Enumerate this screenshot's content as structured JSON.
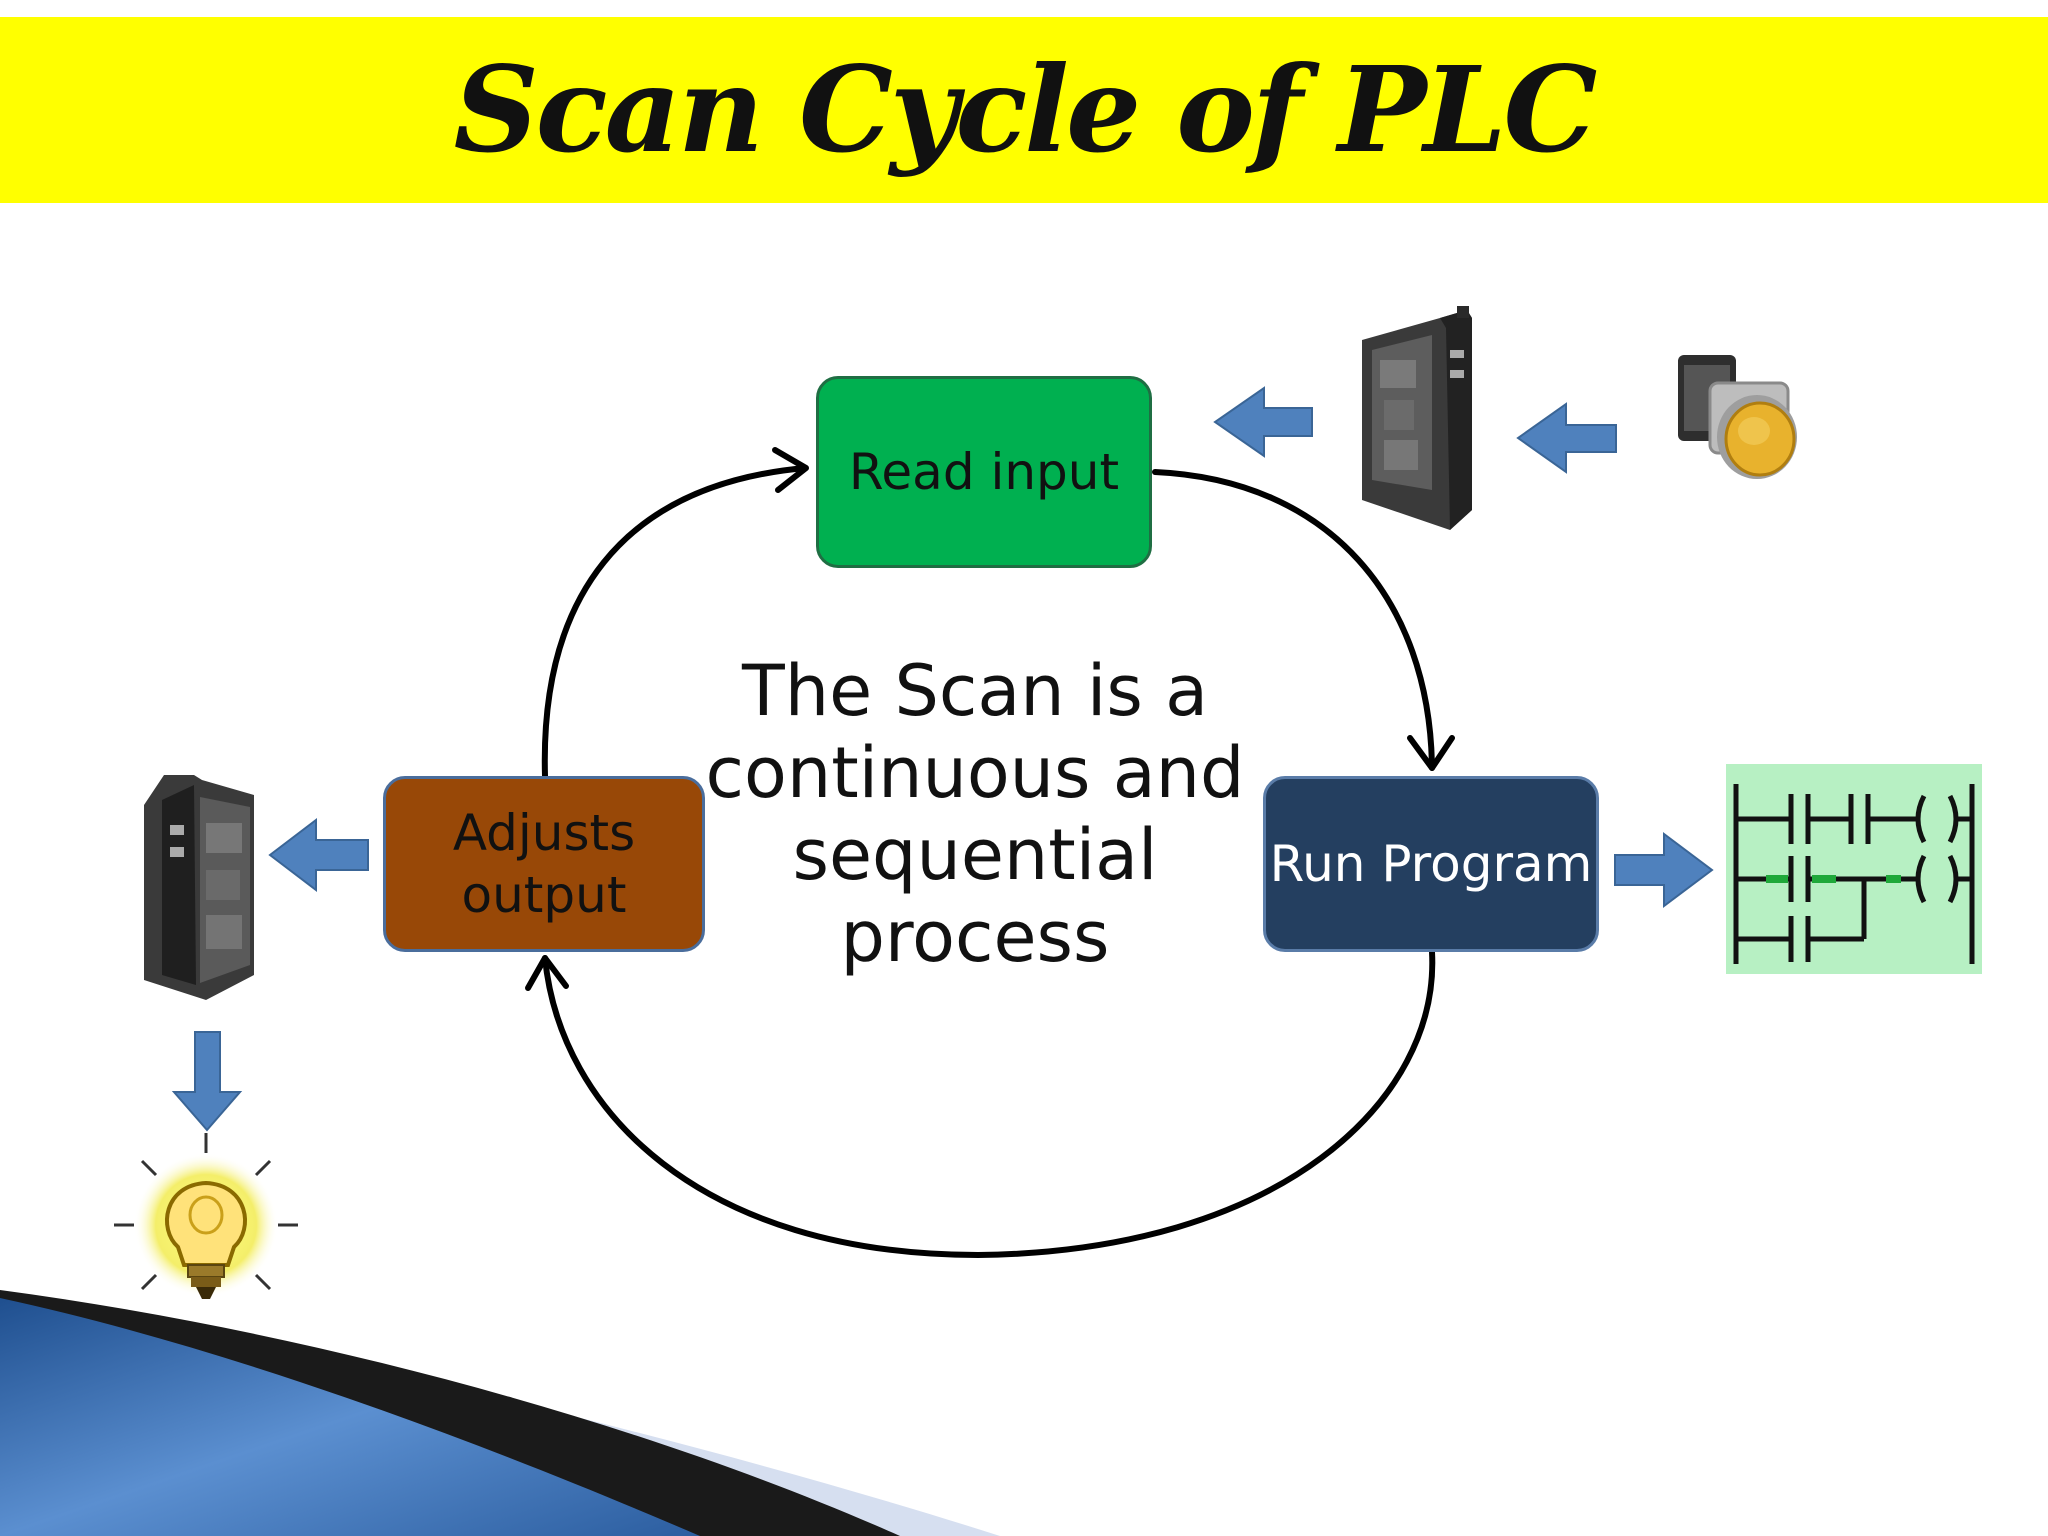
{
  "title": "Scan Cycle of PLC",
  "nodes": {
    "read_input": "Read input",
    "run_program": "Run Program",
    "adjusts_output": "Adjusts output"
  },
  "center_text": "The Scan is a continuous and sequential process",
  "icons": [
    "plc-module-icon",
    "push-button-icon",
    "ladder-diagram-icon",
    "light-bulb-icon",
    "flow-arrow-icon"
  ],
  "colors": {
    "title_band": "#ffff00",
    "read_input": "#00b050",
    "run_program": "#243f60",
    "adjusts_output": "#984807",
    "flow_arrow": "#4f81bd"
  }
}
